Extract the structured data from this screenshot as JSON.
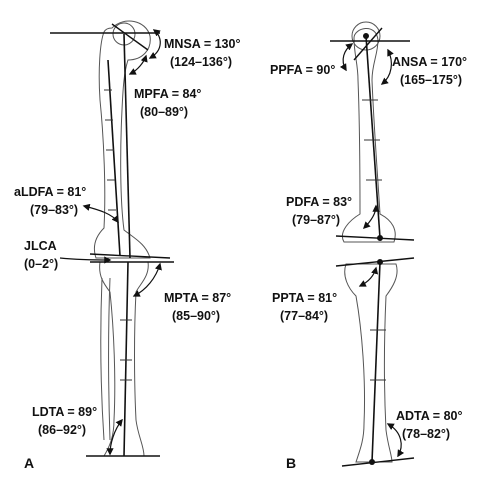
{
  "panels": {
    "a": {
      "letter": "A",
      "angles": {
        "mnsa": {
          "label": "MNSA = 130°",
          "range": "(124–136°)"
        },
        "mpfa": {
          "label": "MPFA = 84°",
          "range": "(80–89°)"
        },
        "aldfa": {
          "label": "aLDFA = 81°",
          "range": "(79–83°)"
        },
        "jlca": {
          "label": "JLCA",
          "range": "(0–2°)"
        },
        "mpta": {
          "label": "MPTA = 87°",
          "range": "(85–90°)"
        },
        "ldta": {
          "label": "LDTA = 89°",
          "range": "(86–92°)"
        }
      }
    },
    "b": {
      "letter": "B",
      "angles": {
        "ppfa": {
          "label": "PPFA = 90°",
          "range": ""
        },
        "ansa": {
          "label": "ANSA = 170°",
          "range": "(165–175°)"
        },
        "pdfa": {
          "label": "PDFA = 83°",
          "range": "(79–87°)"
        },
        "ppta": {
          "label": "PPTA = 81°",
          "range": "(77–84°)"
        },
        "adta": {
          "label": "ADTA = 80°",
          "range": "(78–82°)"
        }
      }
    }
  }
}
